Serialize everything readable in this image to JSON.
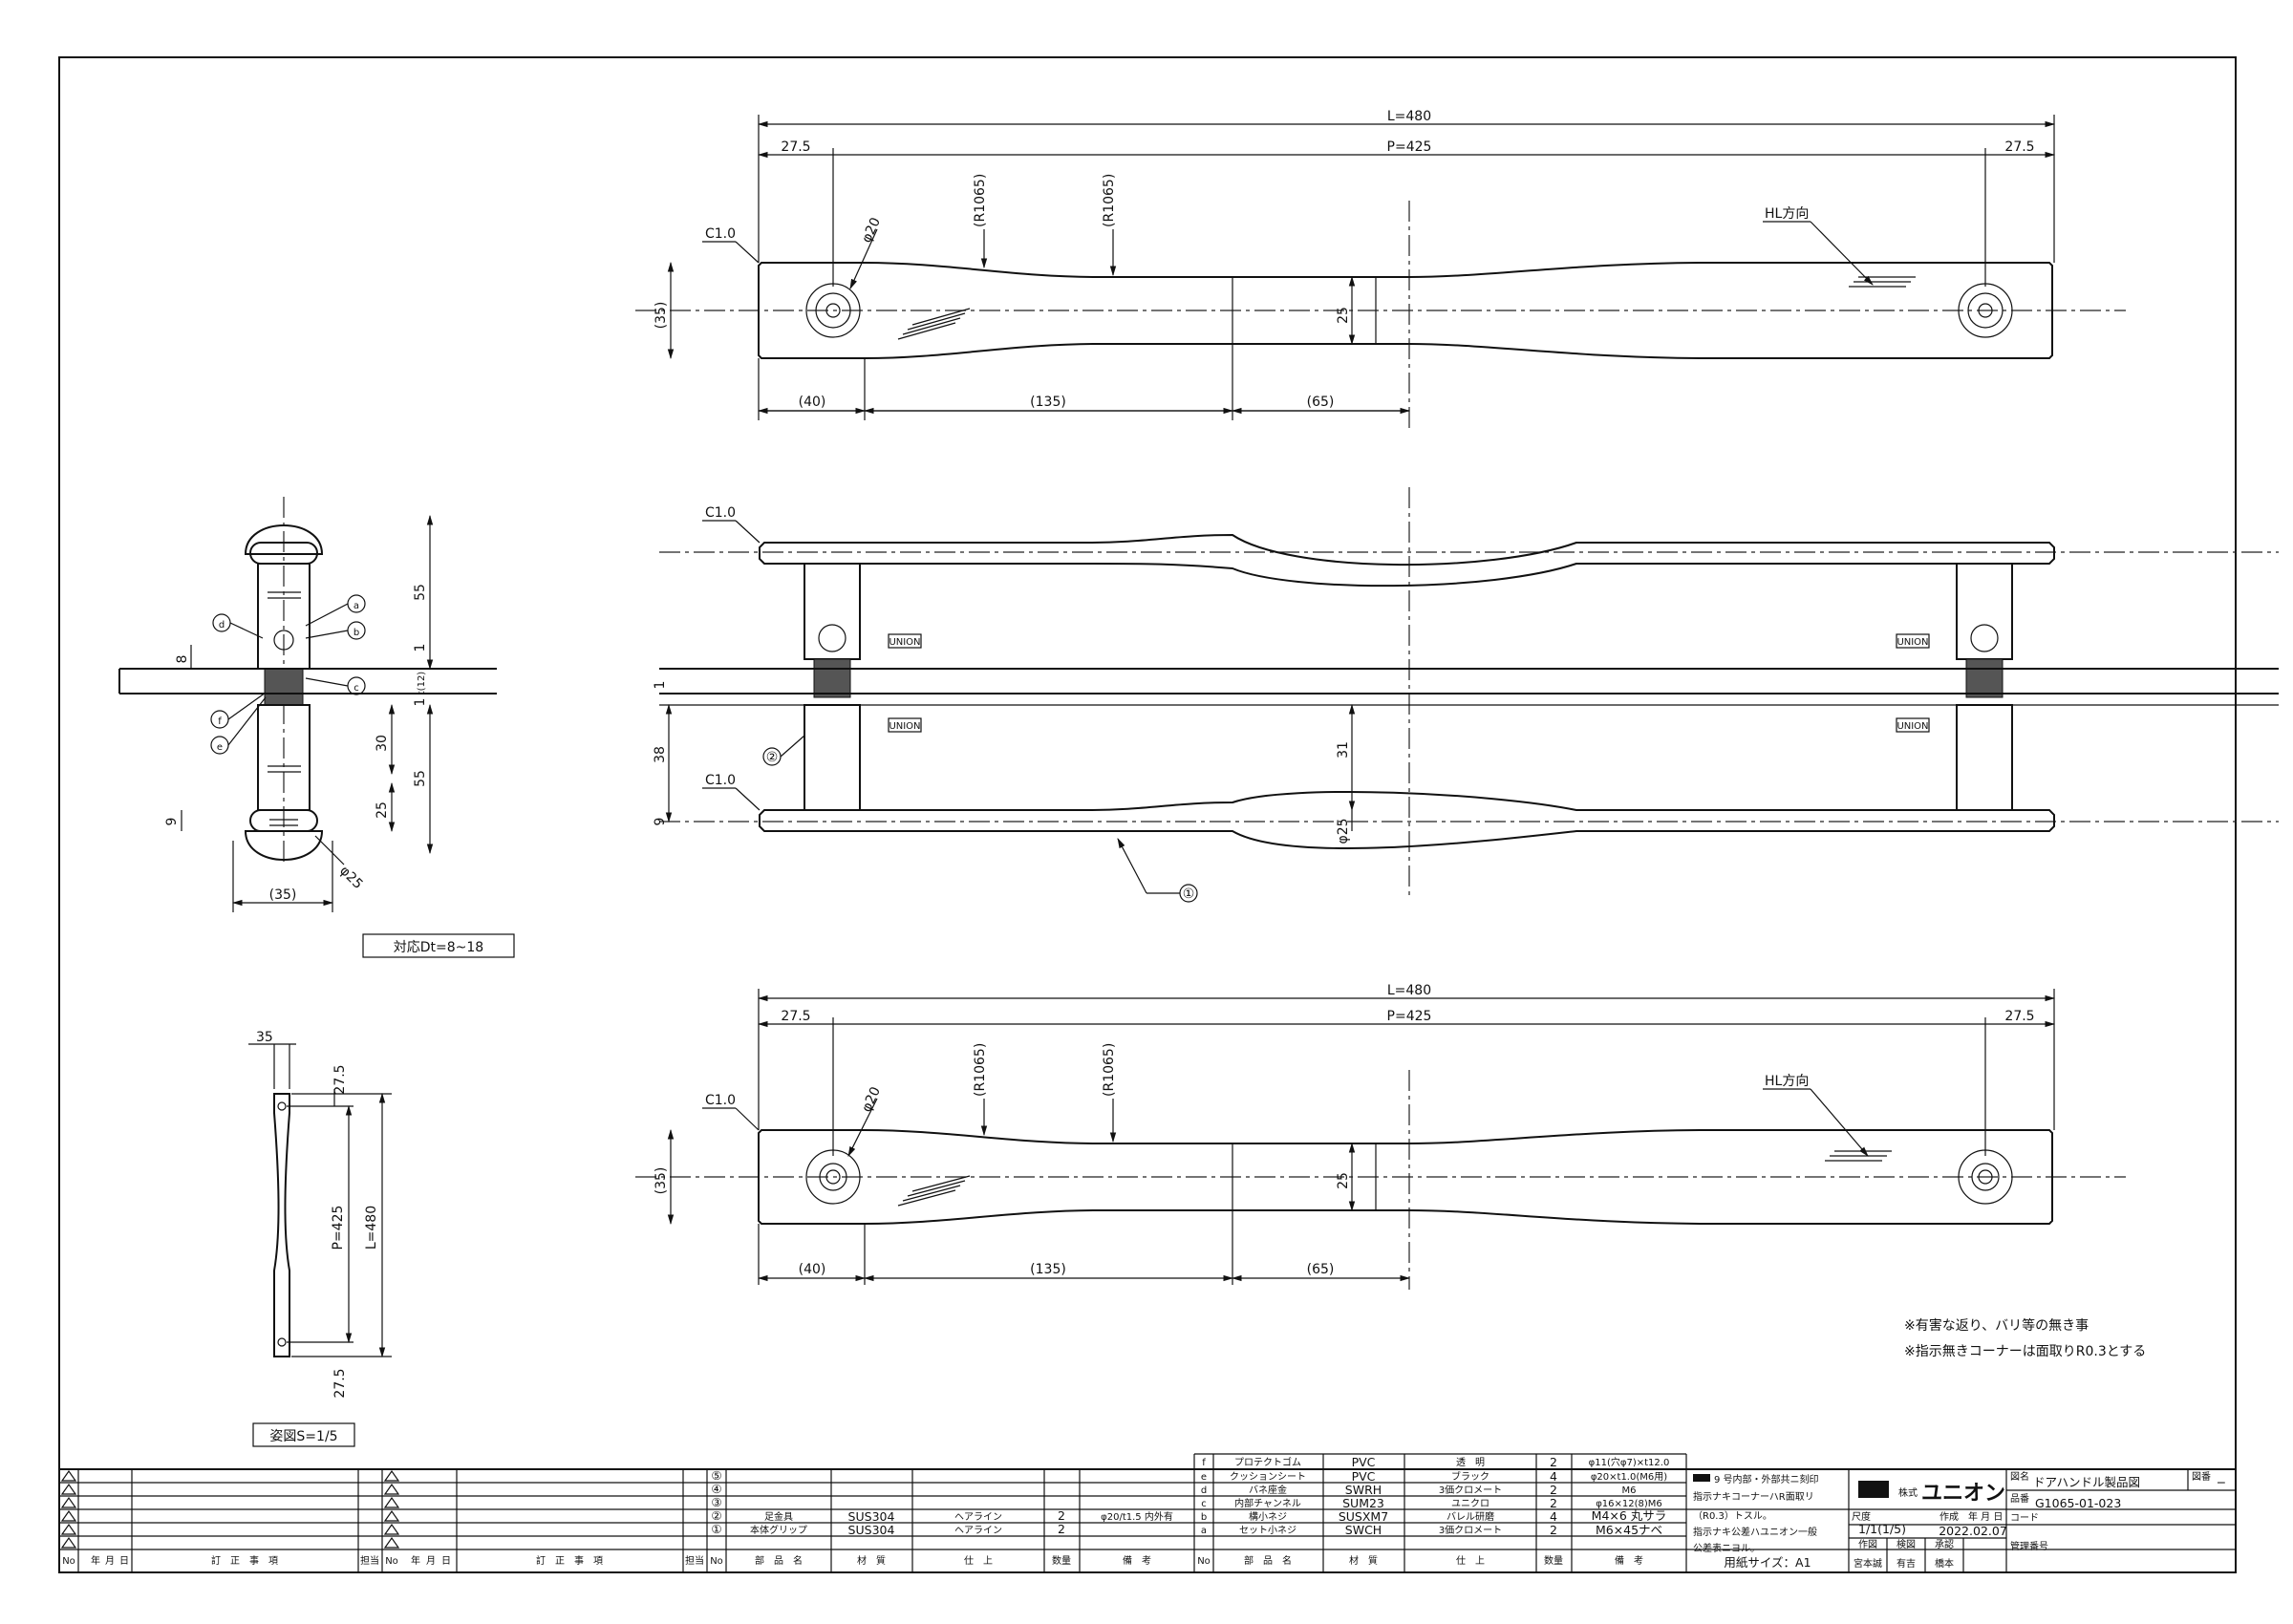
{
  "dimensions": {
    "overall_length": "L=480",
    "pitch": "P=425",
    "end_offset": "27.5",
    "chamfer": "C1.0",
    "width": "(35)",
    "boss_dia": "φ20",
    "radius": "(R1065)",
    "center_width": "25",
    "seg_40": "(40)",
    "seg_135": "(135)",
    "seg_65": "(65)",
    "hl_direction": "HL方向",
    "leg_height": "38",
    "plate_t": "1",
    "side_31": "31",
    "grip_dia": "φ25",
    "side_55_top": "55",
    "side_55_bottom": "55",
    "side_30": "30",
    "side_25": "25",
    "side_8": "8",
    "side_9": "9",
    "side_9b": "9",
    "side_1a": "1",
    "side_1b": "1",
    "side_t": "t(12)",
    "side_width": "(35)",
    "side_dia": "φ25",
    "small_35": "35",
    "small_275_top": "27.5",
    "small_275_bottom": "27.5",
    "small_p": "P=425",
    "small_l": "L=480",
    "marker_1": "①",
    "marker_2": "②",
    "marker_a": "a",
    "marker_b": "b",
    "marker_c": "c",
    "marker_d": "d",
    "marker_e": "e",
    "marker_f": "f",
    "union_mark": "UNION"
  },
  "boxes": {
    "door_thickness": "対応Dt=8~18",
    "scale_view": "姿図S=1/5"
  },
  "notes": [
    "※有害な返り、バリ等の無き事",
    "※指示無きコーナーは面取りR0.3とする"
  ],
  "revision_headers": {
    "no": "No",
    "year": "年",
    "month": "月",
    "day": "日",
    "content": "訂　正　事　項",
    "sign": "担当"
  },
  "parts_headers": {
    "no": "No",
    "name": "部　品　名",
    "material": "材　質",
    "finish": "仕　上",
    "qty": "数量",
    "remarks": "備　考"
  },
  "parts_left": [
    {
      "no": "⑤",
      "name": "",
      "material": "",
      "finish": "",
      "qty": "",
      "remarks": ""
    },
    {
      "no": "④",
      "name": "",
      "material": "",
      "finish": "",
      "qty": "",
      "remarks": ""
    },
    {
      "no": "③",
      "name": "",
      "material": "",
      "finish": "",
      "qty": "",
      "remarks": ""
    },
    {
      "no": "②",
      "name": "足金具",
      "material": "SUS304",
      "finish": "ヘアライン",
      "qty": "2",
      "remarks": "φ20/t1.5 内外有"
    },
    {
      "no": "①",
      "name": "本体グリップ",
      "material": "SUS304",
      "finish": "ヘアライン",
      "qty": "2",
      "remarks": ""
    }
  ],
  "parts_right": [
    {
      "no": "f",
      "name": "プロテクトゴム",
      "material": "PVC",
      "finish": "透　明",
      "qty": "2",
      "remarks": "φ11(穴φ7)×t12.0"
    },
    {
      "no": "e",
      "name": "クッションシート",
      "material": "PVC",
      "finish": "ブラック",
      "qty": "4",
      "remarks": "φ20×t1.0(M6用)"
    },
    {
      "no": "d",
      "name": "バネ座金",
      "material": "SWRH",
      "finish": "3価クロメート",
      "qty": "2",
      "remarks": "M6"
    },
    {
      "no": "c",
      "name": "内部チャンネル",
      "material": "SUM23",
      "finish": "ユニクロ",
      "qty": "2",
      "remarks": "φ16×12(8)M6"
    },
    {
      "no": "b",
      "name": "構小ネジ",
      "material": "SUSXM7",
      "finish": "バレル研磨",
      "qty": "4",
      "remarks": "M4×6 丸サラ"
    },
    {
      "no": "a",
      "name": "セット小ネジ",
      "material": "SWCH",
      "finish": "3価クロメート",
      "qty": "2",
      "remarks": "M6×45ナベ"
    }
  ],
  "title_block": {
    "instructions": [
      "9 号内部・外部共ニ刻印",
      "指示ナキコーナーハR面取リ",
      "（R0.3）トスル。",
      "指示ナキ公差ハユニオン一般",
      "公差表ニヨル。"
    ],
    "paper_size": "用紙サイズ：A1",
    "company": "ユニオン",
    "company_prefix": "株式",
    "scale_label": "尺度",
    "scale": "1/1(1/5)",
    "date_label": "作成　年 月 日",
    "date": "2022.02.07",
    "roles": [
      "作図",
      "検図",
      "承認"
    ],
    "names": [
      "宮本誠",
      "有吉",
      "橋本"
    ],
    "name_label": "図名",
    "drawing_name": "ドアハンドル製品図",
    "number_label": "品番",
    "drawing_number": "G1065-01-023",
    "code_label": "コード",
    "control_label": "管理番号",
    "revision_label": "図番",
    "revision_value": "−"
  }
}
